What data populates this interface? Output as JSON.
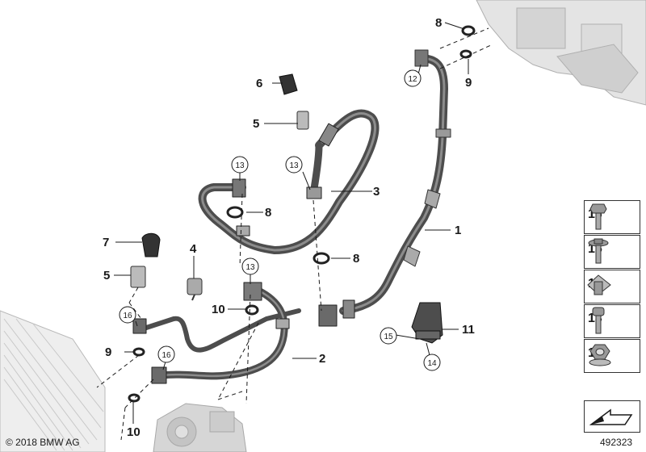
{
  "callouts": {
    "c1": "1",
    "c2": "2",
    "c3": "3",
    "c4": "4",
    "c5a": "5",
    "c5b": "5",
    "c6": "6",
    "c7": "7",
    "c8a": "8",
    "c8b": "8",
    "c8c": "8",
    "c9a": "9",
    "c9b": "9",
    "c10a": "10",
    "c10b": "10",
    "c11": "11",
    "c12": "12",
    "c13a": "13",
    "c13b": "13",
    "c13c": "13",
    "c14": "14",
    "c15": "15",
    "c16a": "16",
    "c16b": "16"
  },
  "legend": {
    "l16": "16",
    "l15": "15",
    "l14": "14",
    "l13": "13",
    "l12": "12"
  },
  "footer": {
    "copyright": "© 2018 BMW AG",
    "doc_number": "492323"
  },
  "colors": {
    "hose": "#5c5c5c",
    "hose_light": "#9a9a9a",
    "component_gray": "#b5b5b5",
    "line": "#1a1a1a"
  }
}
